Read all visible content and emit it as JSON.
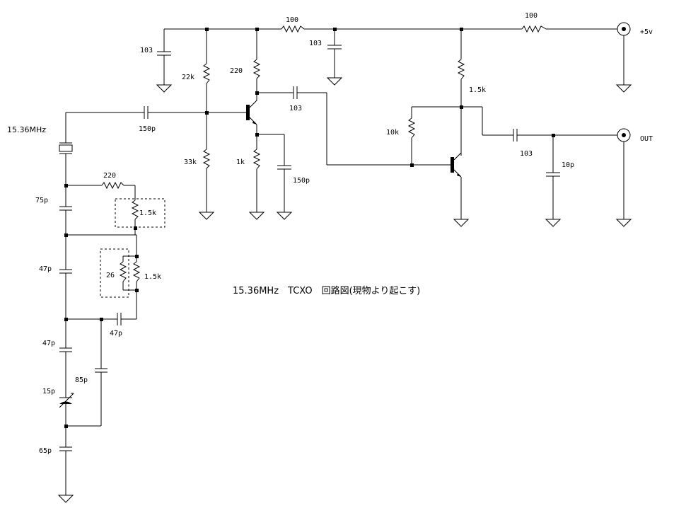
{
  "title": "15.36MHz　TCXO　回路図(現物より起こす)",
  "crystal_label": "15.36MHz",
  "terminals": {
    "supply": "+5v",
    "output": "OUT"
  },
  "components": {
    "r_top1": "100",
    "r_top2": "100",
    "c_dec1": "103",
    "c_dec2": "103",
    "r_bias_top": "22k",
    "r_bias_bot": "33k",
    "r_collector1": "220",
    "r_emitter1": "1k",
    "c_emitter1": "150p",
    "c_input": "150p",
    "c_coupling1": "103",
    "r_collector2": "1.5k",
    "r_feedback": "10k",
    "c_out": "103",
    "c_load": "10p",
    "r_series": "220",
    "thermistor1": "1.5k",
    "thermistor2": "1.5k",
    "r_parallel": "26",
    "c_75": "75p",
    "c_47a": "47p",
    "c_47b": "47p",
    "c_47c": "47p",
    "c_85": "85p",
    "c_trim": "15p",
    "c_65": "65p"
  }
}
